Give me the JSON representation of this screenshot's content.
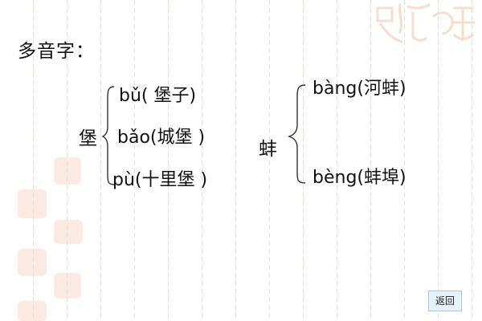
{
  "title": "多音字：",
  "left_group": {
    "character": "堡",
    "readings": [
      "bǔ( 堡子)",
      "bǎo(城堡 )",
      "pù(十里堡 )"
    ]
  },
  "right_group": {
    "character": "蚌",
    "readings": [
      "bàng(河蚌)",
      "bèng(蚌埠)"
    ]
  },
  "back_button": "返回",
  "colors": {
    "accent_stamp": "#f6d9c8",
    "button_bg": "#e6f2fb"
  }
}
